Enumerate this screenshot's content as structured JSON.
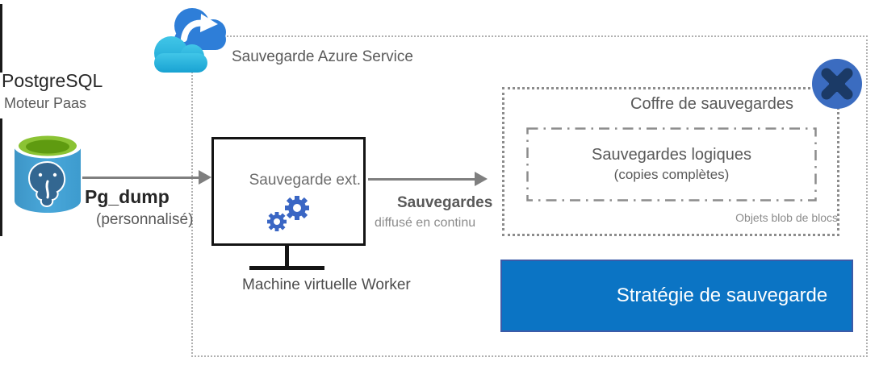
{
  "source": {
    "title": "PostgreSQL",
    "subtitle": "Moteur Paas",
    "icon": "postgresql-database-icon"
  },
  "flow_pgdump": {
    "label": "Pg_dump",
    "sublabel": "(personnalisé)"
  },
  "service": {
    "label": "Sauvegarde Azure Service",
    "icon": "azure-backup-cloud-icon"
  },
  "worker": {
    "box_label": "Sauvegarde ext.",
    "icon": "gears-icon",
    "caption": "Machine virtuelle Worker"
  },
  "flow_stream": {
    "label": "Sauvegardes",
    "sublabel": "diffusé en continu"
  },
  "vault": {
    "title": "Coffre de sauvegardes",
    "icon": "backup-vault-icon",
    "logical_backups": {
      "title": "Sauvegardes logiques",
      "subtitle": "(copies complètes)"
    },
    "footnote": "Objets blob de blocs"
  },
  "policy": {
    "label": "Stratégie de sauvegarde"
  },
  "colors": {
    "policy_fill": "#0b74c4",
    "policy_border": "#3c5ba8",
    "text_gray": "#595959",
    "arrow_gray": "#7f7f7f",
    "gear_blue": "#3a66c4",
    "vault_icon_circle": "#3b6cc0",
    "vault_icon_cross": "#1b3a66",
    "cloud_back_blue": "#2e7ed8",
    "cloud_front_cyan": "#2cb5dd",
    "postgres_body_blue": "#45a3d4",
    "postgres_top_green": "#8bc334",
    "postgres_elephant_blue": "#336791"
  }
}
